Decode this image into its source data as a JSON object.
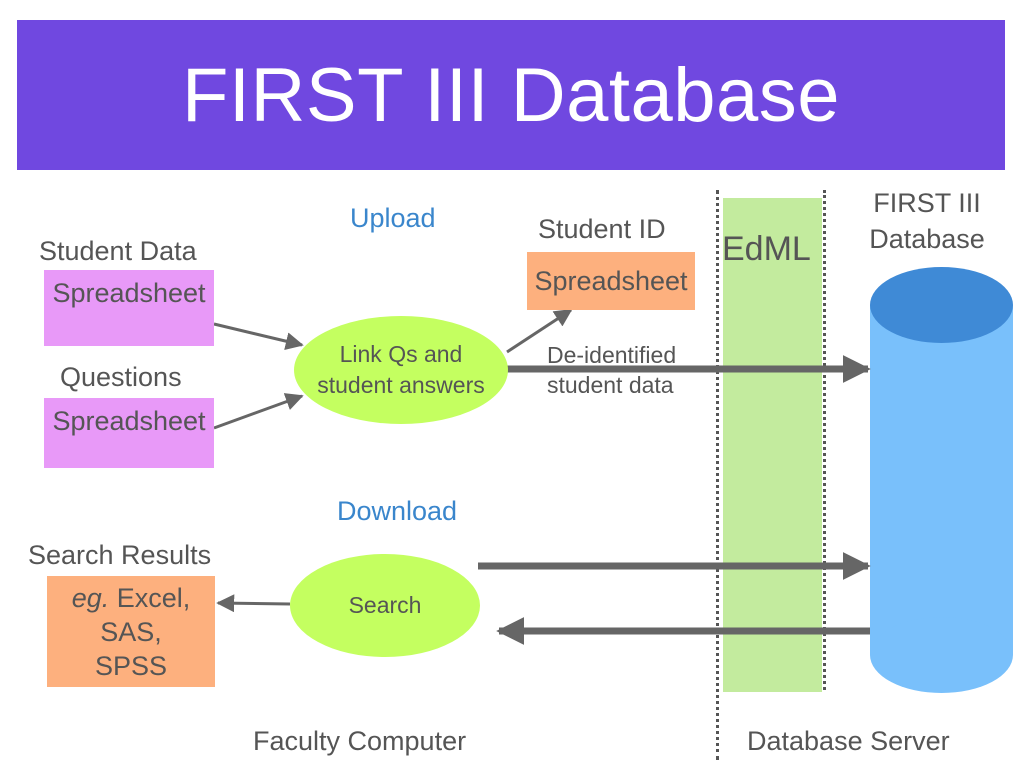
{
  "title": "FIRST III Database",
  "labels": {
    "upload": "Upload",
    "download": "Download",
    "student_data": "Student Data",
    "questions": "Questions",
    "search_results": "Search Results",
    "student_id": "Student ID",
    "deidentified_line1": "De-identified",
    "deidentified_line2": "student data",
    "edml": "EdML",
    "database_line1": "FIRST III",
    "database_line2": "Database",
    "faculty_computer": "Faculty Computer",
    "database_server": "Database Server"
  },
  "boxes": {
    "student_data_box": "Spreadsheet",
    "questions_box": "Spreadsheet",
    "student_id_box": "Spreadsheet",
    "results_line1_em": "eg.",
    "results_line1_rest": " Excel,",
    "results_line2": "SAS,",
    "results_line3": "SPSS"
  },
  "ellipses": {
    "link_line1": "Link Qs and",
    "link_line2": "student answers",
    "search": "Search"
  },
  "colors": {
    "title_bar": "#7048e0",
    "spreadsheet_pink": "#e899f8",
    "spreadsheet_orange": "#fdb07e",
    "ellipse_green": "#c4ff60",
    "edml_band": "#c3eb9e",
    "cylinder_body": "#79c0fb",
    "cylinder_top": "#3f8ad6",
    "arrow": "#666666",
    "accent_label": "#3a86cc"
  }
}
